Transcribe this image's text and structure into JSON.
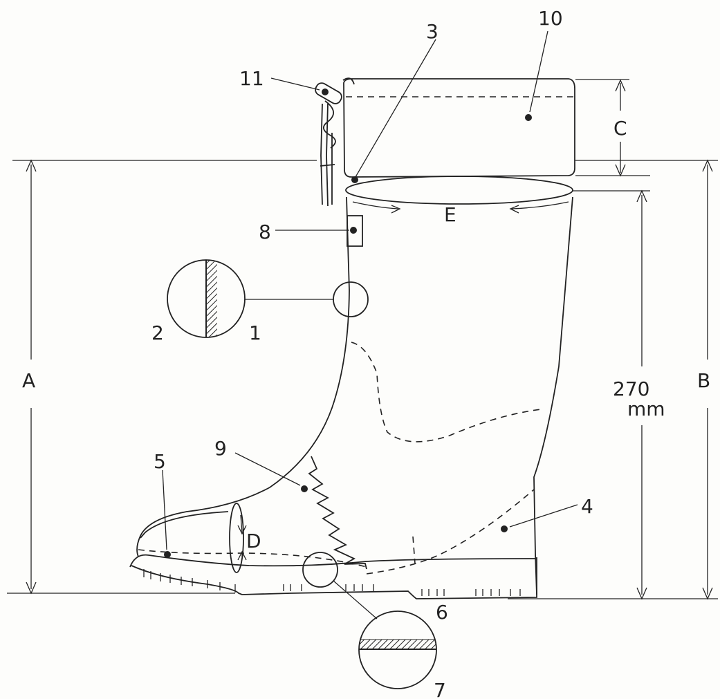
{
  "labels": {
    "n1": "1",
    "n2": "2",
    "n3": "3",
    "n4": "4",
    "n5": "5",
    "n6": "6",
    "n7": "7",
    "n8": "8",
    "n9": "9",
    "n10": "10",
    "n11": "11"
  },
  "dimensions": {
    "A": "A",
    "B": "B",
    "C": "C",
    "D": "D",
    "E": "E",
    "height_value": "270",
    "height_unit": "mm"
  }
}
